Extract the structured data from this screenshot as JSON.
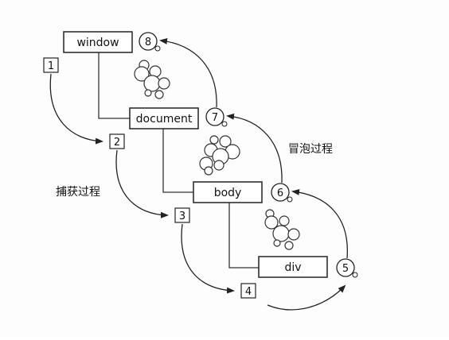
{
  "nodes": [
    {
      "id": "window",
      "label": "window"
    },
    {
      "id": "document",
      "label": "document"
    },
    {
      "id": "body",
      "label": "body"
    },
    {
      "id": "div",
      "label": "div"
    }
  ],
  "capture_steps": [
    "1",
    "2",
    "3",
    "4"
  ],
  "bubble_steps": [
    "5",
    "6",
    "7",
    "8"
  ],
  "labels": {
    "capture_phase": "捕获过程",
    "bubble_phase": "冒泡过程"
  }
}
